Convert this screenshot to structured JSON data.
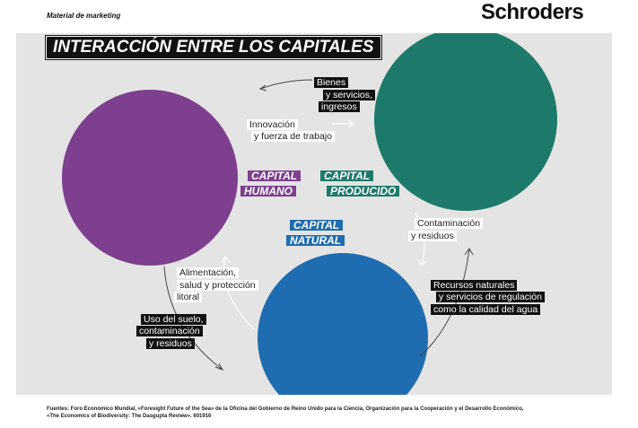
{
  "header": {
    "label": "Material de marketing",
    "brand": "Schroders"
  },
  "title": "INTERACCIÓN ENTRE LOS CAPITALES",
  "colors": {
    "humano": "#7d3f8e",
    "producido": "#1d7a6a",
    "natural": "#1f6db0",
    "panel": "#e4e4e4"
  },
  "capitals": {
    "humano": [
      "CAPITAL",
      "HUMANO"
    ],
    "producido": [
      "CAPITAL",
      "PRODUCIDO"
    ],
    "natural": [
      "CAPITAL",
      "NATURAL"
    ]
  },
  "flows": {
    "bienes": [
      "Bienes",
      "y servicios,",
      "ingresos"
    ],
    "innovacion": [
      "Innovación",
      "y fuerza de trabajo"
    ],
    "contaminacion": [
      "Contaminación",
      "y residuos"
    ],
    "alimentacion": [
      "Alimentación,",
      "salud y protección",
      "litoral"
    ],
    "recursos": [
      "Recursos naturales",
      "y servicios de regulación",
      "como la calidad del agua"
    ],
    "uso_suelo": [
      "Uso del suelo,",
      "contaminación",
      "y residuos"
    ]
  },
  "sources": [
    "Fuentes: Foro Económico Mundial, «Foresight Future of the Sea» de la Oficina del Gobierno de Reino Unido para la Ciencia, Organización para la Cooperación y el Desarrollo Económico,",
    "«The Economics of Biodiversity: The Dasgupta Review». 601916"
  ]
}
